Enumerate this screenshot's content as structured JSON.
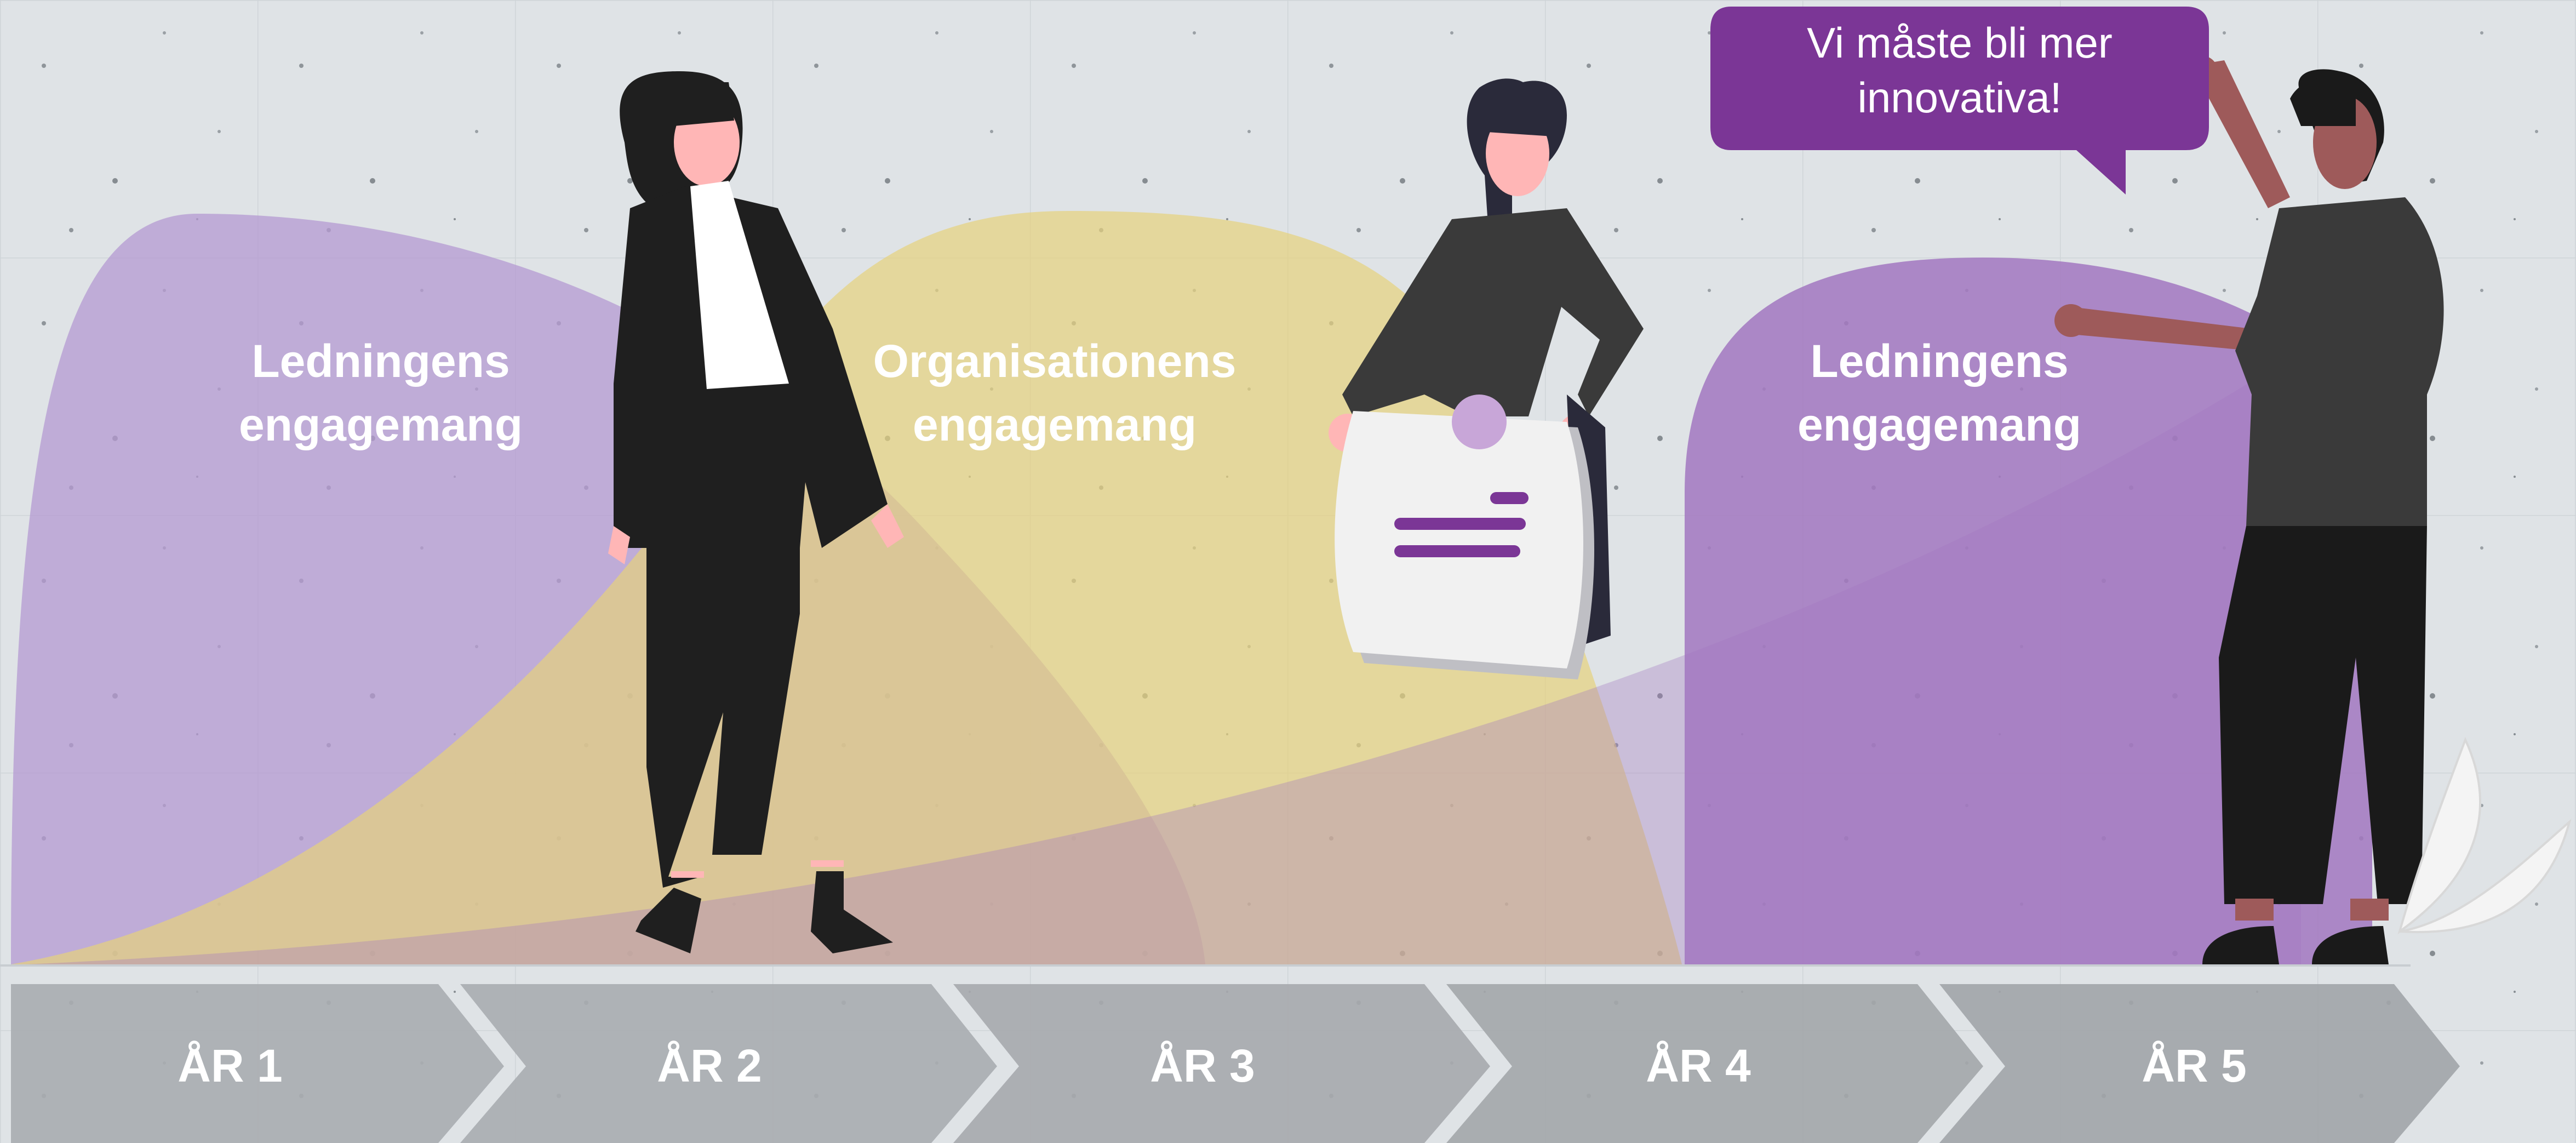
{
  "diagram": {
    "curves": [
      {
        "label": "Ledningens\nengagemang",
        "color": "#b49ad2"
      },
      {
        "label": "Organisationens\nengagemang",
        "color": "#e6d27c"
      },
      {
        "label": "Ledningens\nengagemang",
        "color": "#a277bf"
      }
    ],
    "speech_bubble": {
      "text": "Vi måste bli mer\ninnovativa!",
      "color": "#7b3696"
    },
    "timeline": [
      {
        "label": "ÅR 1"
      },
      {
        "label": "ÅR 2"
      },
      {
        "label": "ÅR 3"
      },
      {
        "label": "ÅR 4"
      },
      {
        "label": "ÅR 5"
      }
    ],
    "colors": {
      "background": "#dfe3e6",
      "chevron": "#a9acb0",
      "purple_accent": "#7b3696"
    }
  }
}
